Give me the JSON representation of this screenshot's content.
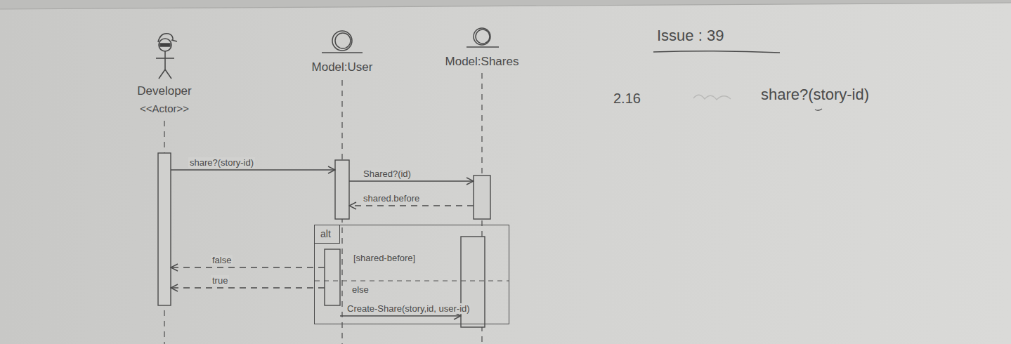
{
  "diagram": {
    "nodes": [
      {
        "text": [
          "Developer",
          "<<Actor>>"
        ]
      },
      {
        "text": [
          "Model:User"
        ]
      },
      {
        "text": [
          "Model:Shares"
        ]
      },
      {
        "text": [
          "alt",
          "[shared-before]",
          "else"
        ]
      }
    ],
    "edges": [
      {
        "from": 0,
        "to": 1,
        "label": "share?(story-id)",
        "arrow": "to"
      },
      {
        "from": 1,
        "to": 2,
        "label": "Shared?(id)",
        "arrow": "to"
      },
      {
        "from": 2,
        "to": 1,
        "label": "shared.before",
        "arrow": "to"
      },
      {
        "from": 1,
        "to": 0,
        "label": "false",
        "arrow": "to"
      },
      {
        "from": 1,
        "to": 0,
        "label": "true",
        "arrow": "to"
      },
      {
        "from": 1,
        "to": 2,
        "label": "Create-Share(story,id, user-id)",
        "arrow": "to"
      }
    ],
    "labels": [
      "Issue : 39",
      "2.16",
      "share?(story-id)"
    ]
  }
}
